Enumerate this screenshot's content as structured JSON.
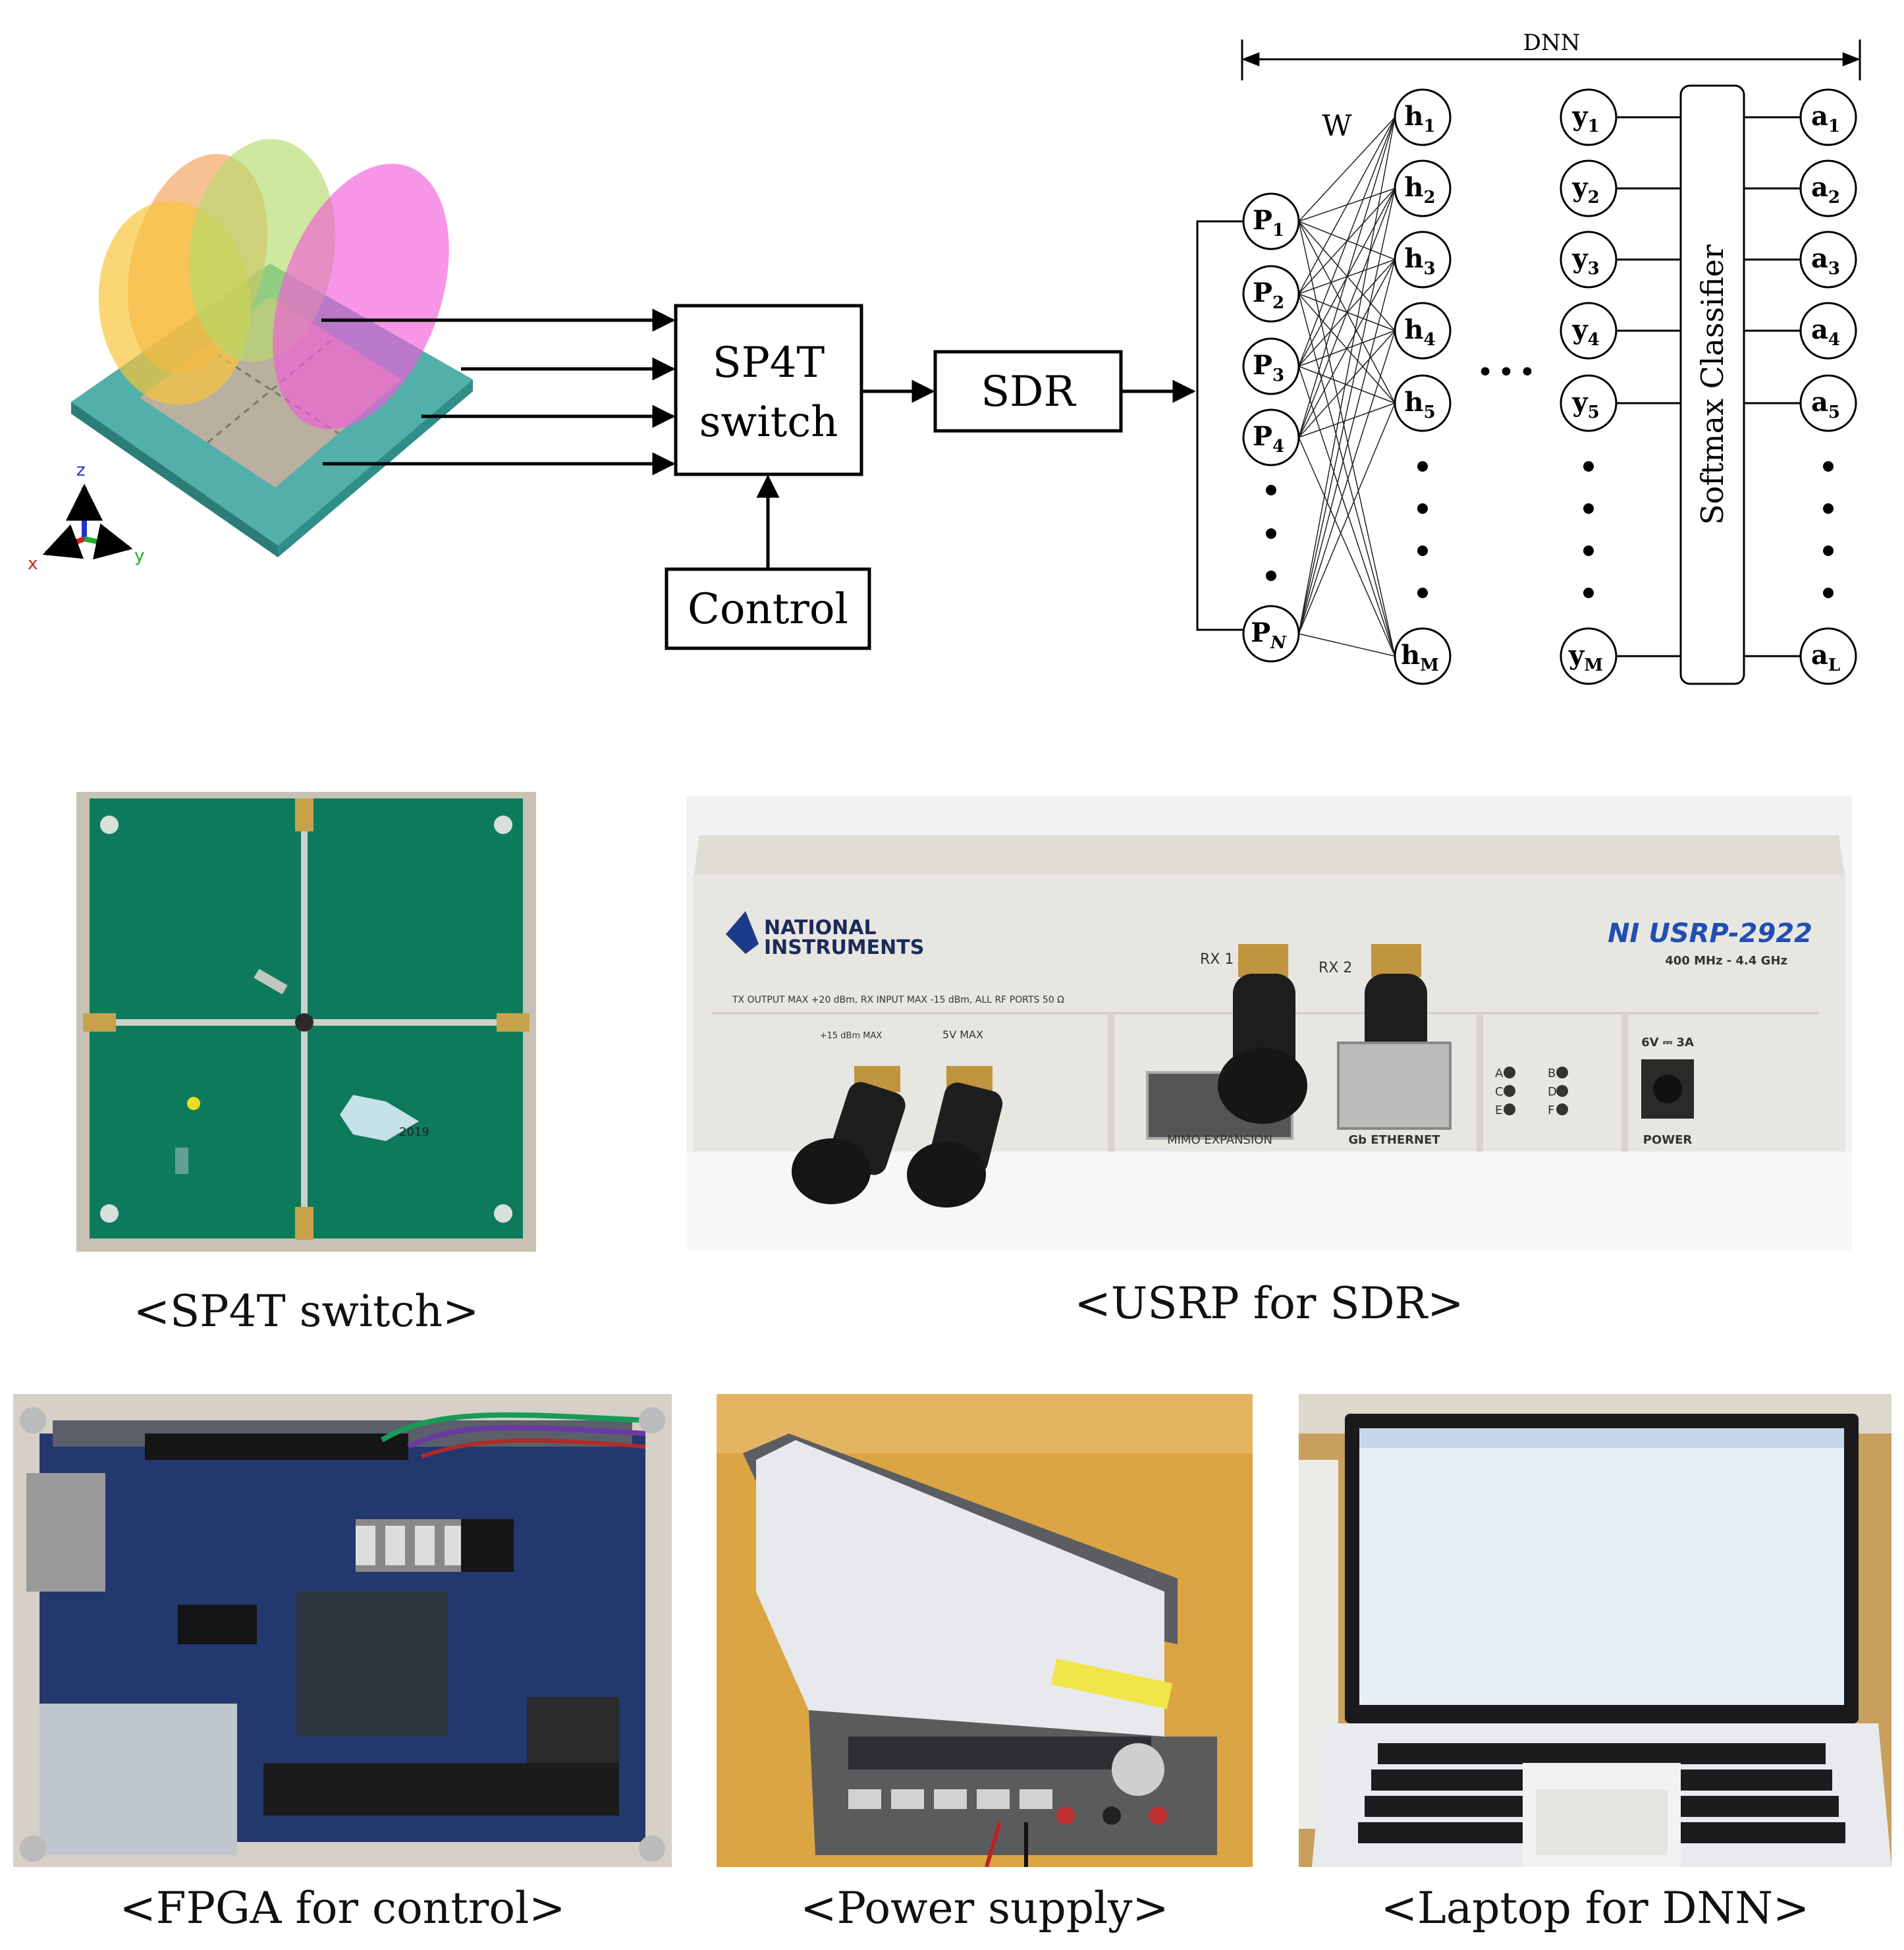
{
  "diagram": {
    "switch_label_line1": "SP4T",
    "switch_label_line2": "switch",
    "sdr_label": "SDR",
    "control_label": "Control",
    "dnn_label": "DNN",
    "weight_label": "W",
    "softmax_label": "Softmax Classifier",
    "ellipsis": "•••",
    "axis_labels": {
      "z": "z",
      "x": "x",
      "y": "y"
    },
    "input_nodes": [
      {
        "base": "P",
        "sub": "1"
      },
      {
        "base": "P",
        "sub": "2"
      },
      {
        "base": "P",
        "sub": "3"
      },
      {
        "base": "P",
        "sub": "4"
      },
      {
        "base": "P",
        "sub": "N"
      }
    ],
    "hidden_nodes": [
      {
        "base": "h",
        "sub": "1"
      },
      {
        "base": "h",
        "sub": "2"
      },
      {
        "base": "h",
        "sub": "3"
      },
      {
        "base": "h",
        "sub": "4"
      },
      {
        "base": "h",
        "sub": "5"
      },
      {
        "base": "h",
        "sub": "M"
      }
    ],
    "output_nodes": [
      {
        "base": "y",
        "sub": "1"
      },
      {
        "base": "y",
        "sub": "2"
      },
      {
        "base": "y",
        "sub": "3"
      },
      {
        "base": "y",
        "sub": "4"
      },
      {
        "base": "y",
        "sub": "5"
      },
      {
        "base": "y",
        "sub": "M"
      }
    ],
    "class_nodes": [
      {
        "base": "a",
        "sub": "1"
      },
      {
        "base": "a",
        "sub": "2"
      },
      {
        "base": "a",
        "sub": "3"
      },
      {
        "base": "a",
        "sub": "4"
      },
      {
        "base": "a",
        "sub": "5"
      },
      {
        "base": "a",
        "sub": "L"
      }
    ],
    "colors": {
      "lobe_orange": "#f4a05a",
      "lobe_yellow": "#f8c43a",
      "lobe_green": "#b6dc6c",
      "lobe_magenta": "#f25cd8",
      "board_teal": "#3fa6a0",
      "patch_gray": "#b9b0a0"
    }
  },
  "photos": {
    "sp4t": {
      "caption": "<SP4T switch>",
      "board_label": "2019"
    },
    "usrp": {
      "caption": "<USRP for SDR>",
      "brand_line1": "NATIONAL",
      "brand_line2": "INSTRUMENTS",
      "model": "NI USRP-2922",
      "freq_range": "400 MHz - 4.4 GHz",
      "spec_line": "TX OUTPUT MAX +20 dBm, RX INPUT MAX -15 dBm, ALL RF PORTS 50 Ω",
      "rx1_label": "RX 1\nTX 1",
      "rx2_label": "RX 2",
      "ethernet_label": "Gb ETHERNET",
      "mimo_label": "MIMO EXPANSION",
      "power_label": "POWER",
      "power_rating": "6V ⎓ 3A",
      "max_label_1": "+15 dBm MAX",
      "max_label_2": "5V MAX",
      "led_labels": [
        "A",
        "B",
        "C",
        "D",
        "E",
        "F"
      ]
    },
    "fpga": {
      "caption": "<FPGA for control>"
    },
    "power": {
      "caption": "<Power supply>"
    },
    "laptop": {
      "caption": "<Laptop for DNN>"
    }
  }
}
